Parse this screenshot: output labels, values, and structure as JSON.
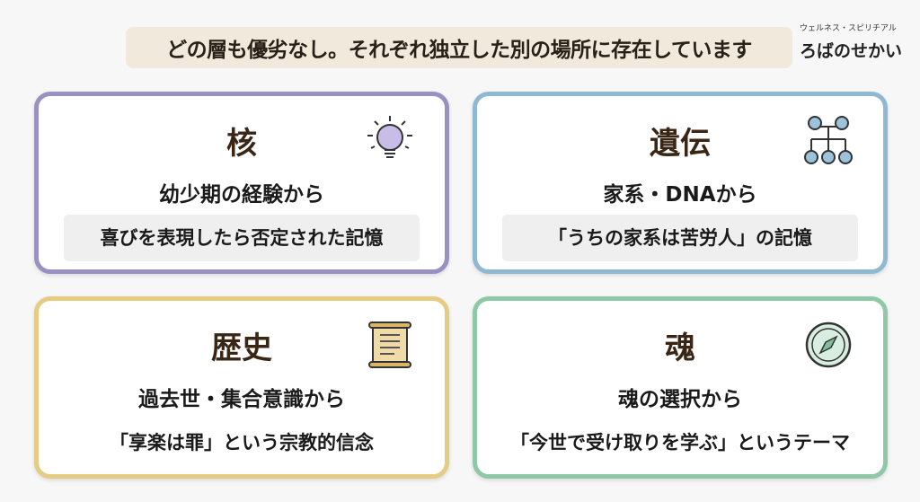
{
  "header": {
    "banner": "どの層も優劣なし。それぞれ独立した別の場所に存在しています",
    "brand_sub": "ウェルネス・スピリチアル",
    "brand_main": "ろばのせかい"
  },
  "cards": [
    {
      "title": "核",
      "subtitle": "幼少期の経験から",
      "quote": "喜びを表現したら否定された記憶",
      "icon": "lightbulb-icon",
      "color": "#9a90c2"
    },
    {
      "title": "遺伝",
      "subtitle": "家系・DNAから",
      "quote": "「うちの家系は苦労人」の記憶",
      "icon": "family-tree-icon",
      "color": "#8fb9d3"
    },
    {
      "title": "歴史",
      "subtitle": "過去世・集合意識から",
      "quote": "「享楽は罪」という宗教的信念",
      "icon": "scroll-icon",
      "color": "#e6cb82"
    },
    {
      "title": "魂",
      "subtitle": "魂の選択から",
      "quote": "「今世で受け取りを学ぶ」というテーマ",
      "icon": "compass-icon",
      "color": "#8ec8a6"
    }
  ]
}
